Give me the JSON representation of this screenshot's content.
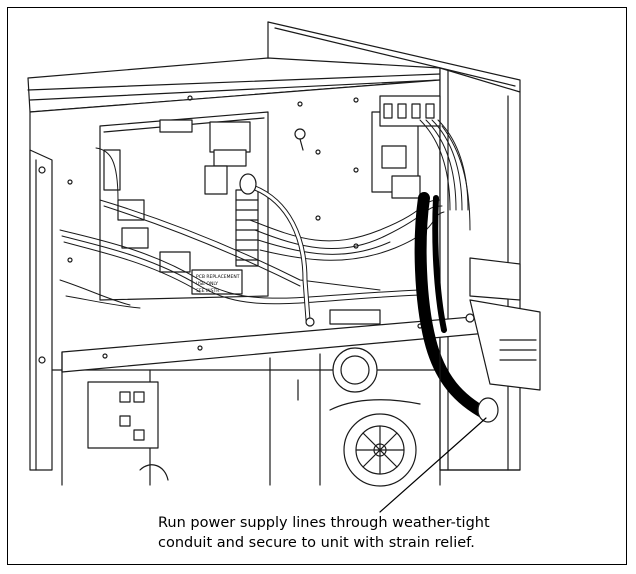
{
  "caption": {
    "line1": "Run power supply lines through weather-tight",
    "line2": "conduit and secure to unit with strain relief."
  },
  "board_labels": {
    "line1": "PCB REPLACEMENT",
    "line2": "USE ONLY",
    "line3": "SEE INSTR"
  },
  "colors": {
    "line": "#1a1a1a",
    "panel": "#ffffff",
    "conduit": "#000000"
  }
}
